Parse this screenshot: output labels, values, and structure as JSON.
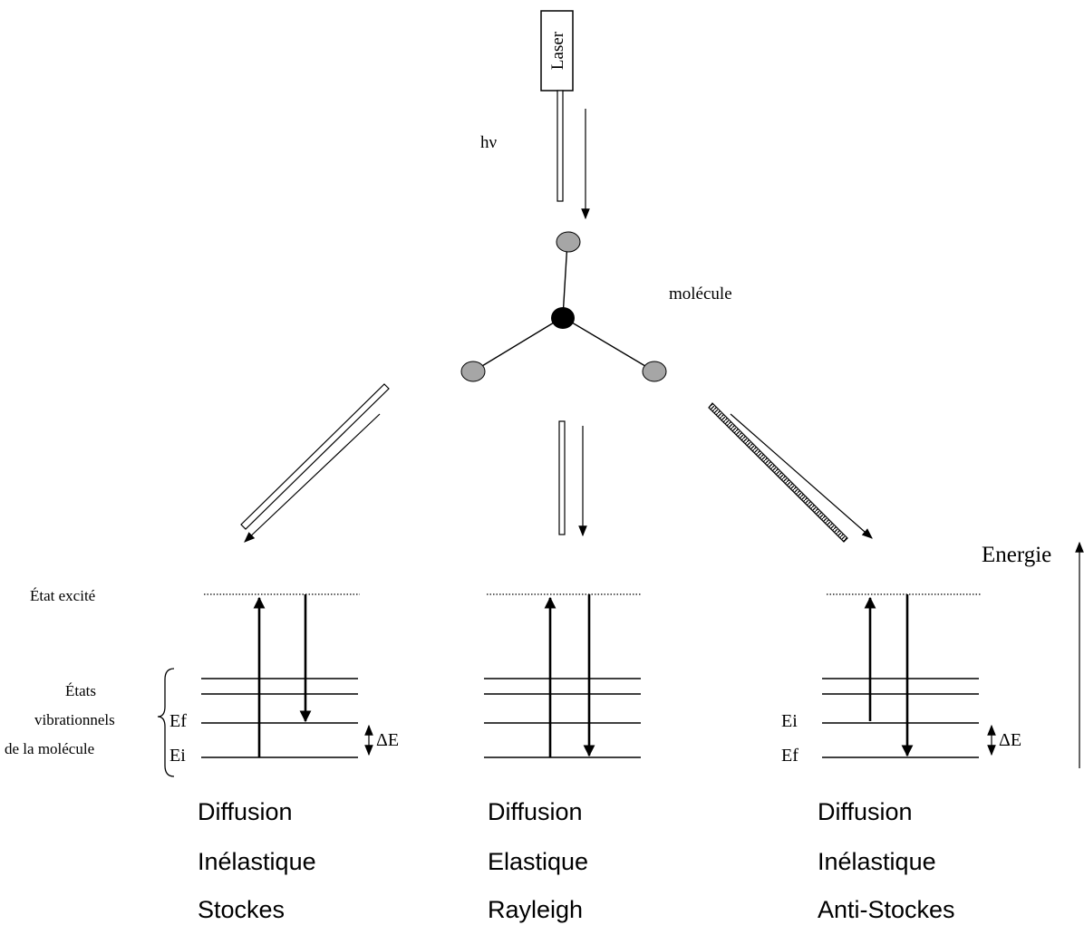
{
  "laser": {
    "label": "Laser"
  },
  "photon": {
    "label": "hν"
  },
  "molecule": {
    "label": "molécule"
  },
  "energy_axis": {
    "label": "Energie"
  },
  "levels": {
    "excited_label": "État excité",
    "vibrational_label_lines": [
      "États",
      "vibrationnels",
      "de la molécule"
    ],
    "ef": "Ef",
    "ei": "Ei",
    "delta_e": "ΔE"
  },
  "scatterings": [
    {
      "lines": [
        "Diffusion",
        "Inélastique",
        "Stockes"
      ]
    },
    {
      "lines": [
        "Diffusion",
        "Elastique",
        "Rayleigh"
      ]
    },
    {
      "lines": [
        "Diffusion",
        "Inélastique",
        "Anti-Stockes"
      ]
    }
  ],
  "colors": {
    "atom_outer": "#a6a6a6",
    "atom_center": "#000000"
  }
}
